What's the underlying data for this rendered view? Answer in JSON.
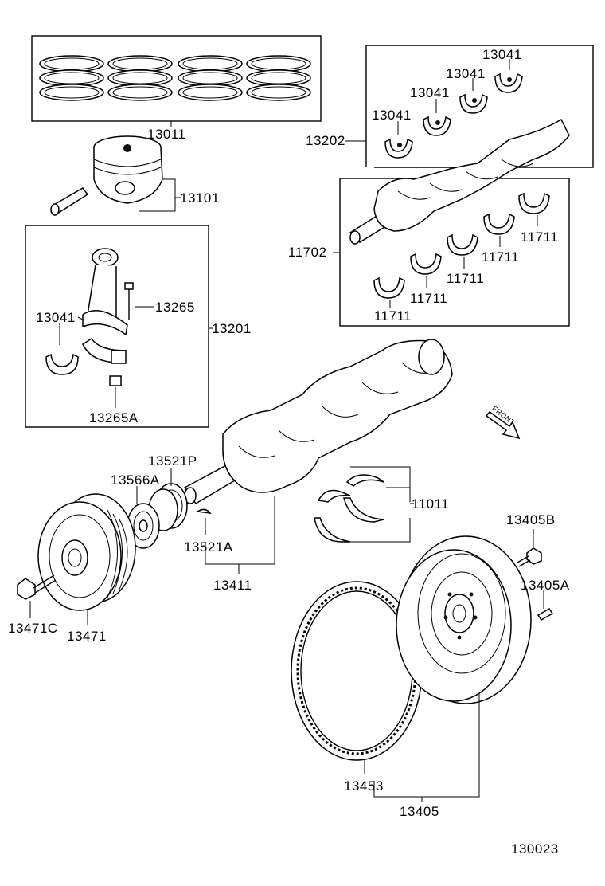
{
  "labels": {
    "piston_ring_set": "13011",
    "piston_with_pin": "13101",
    "conrod_assy": "13201",
    "conrod_bearing_a": "13041",
    "conrod_bolt": "13265",
    "conrod_nut": "13265A",
    "crank_pin_bearing_1": "13041",
    "crank_pin_bearing_2": "13041",
    "crank_pin_bearing_3": "13041",
    "crank_pin_bearing_4": "13041",
    "crankshaft_bearing_set": "13202",
    "crankshaft_bearing_set_2": "11702",
    "main_bearing_1": "11711",
    "main_bearing_2": "11711",
    "main_bearing_3": "11711",
    "main_bearing_4": "11711",
    "main_bearing_5": "11711",
    "thrust_washer_set": "11011",
    "crankshaft_assy": "13411",
    "timing_pulley": "13521P",
    "crank_key": "13521A",
    "oil_seal_retainer": "13566A",
    "crank_pulley": "13471",
    "pulley_bolt": "13471C",
    "flywheel_bolt": "13405B",
    "flywheel_pin": "13405A",
    "ring_gear": "13453",
    "flywheel_assy": "13405",
    "front_marker": "FRONT",
    "diagram_number": "130023"
  }
}
